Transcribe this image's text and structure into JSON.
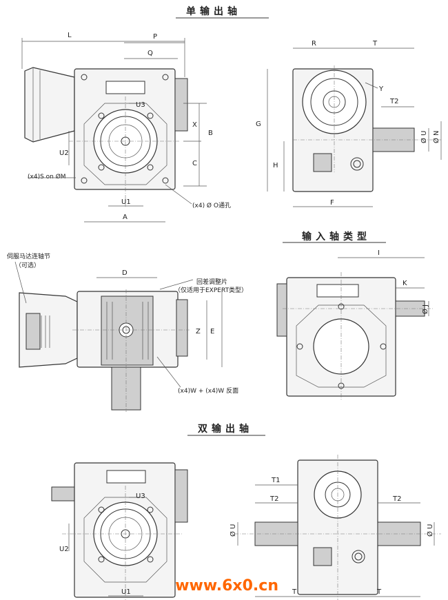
{
  "titles": {
    "single_output": "单输出轴",
    "input_shaft_types": "输入轴类型",
    "double_output": "双输出轴"
  },
  "notes": {
    "servo_coupling_line1": "伺服马达连轴节",
    "servo_coupling_line2": "（可选）",
    "backlash_shim_line1": "回差调整片",
    "backlash_shim_line2": "（仅适用于EXPERT类型）",
    "hole_s": "(x4)S on ØM",
    "hole_o": "(x4) Ø O通孔",
    "hole_w": "(x4)W + (x4)W 反面"
  },
  "dims": {
    "L": "L",
    "P": "P",
    "Q": "Q",
    "U3": "U3",
    "X": "X",
    "B": "B",
    "C": "C",
    "U2": "U2",
    "U1": "U1",
    "A": "A",
    "R": "R",
    "T": "T",
    "Y": "Y",
    "T2": "T2",
    "G": "G",
    "H": "H",
    "F": "F",
    "OU": "Ø U",
    "ON": "Ø N",
    "D": "D",
    "Z": "Z",
    "E": "E",
    "I": "I",
    "K": "K",
    "OJ": "Ø J",
    "T1": "T1"
  },
  "watermark": "www.6x0.cn",
  "colors": {
    "watermark": "#ff6600",
    "line": "#333333"
  }
}
